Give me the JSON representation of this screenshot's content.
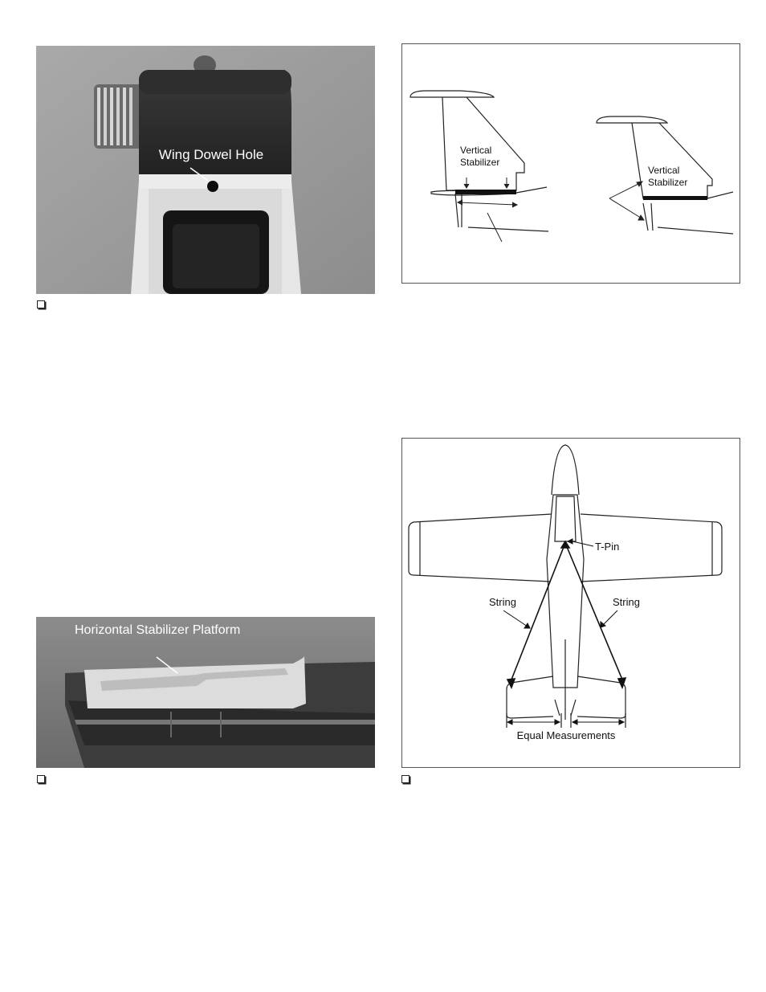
{
  "figures": {
    "wing_dowel_photo": {
      "label": "Wing Dowel Hole"
    },
    "vertical_stabilizer_diagram": {
      "left_label_line1": "Vertical",
      "left_label_line2": "Stabilizer",
      "right_label_line1": "Vertical",
      "right_label_line2": "Stabilizer"
    },
    "stab_platform_photo": {
      "label": "Horizontal Stabilizer Platform"
    },
    "alignment_diagram": {
      "tpin_label": "T-Pin",
      "string_left": "String",
      "string_right": "String",
      "measure_label": "Equal Measurements"
    }
  },
  "checkbox_glyph": "❑"
}
